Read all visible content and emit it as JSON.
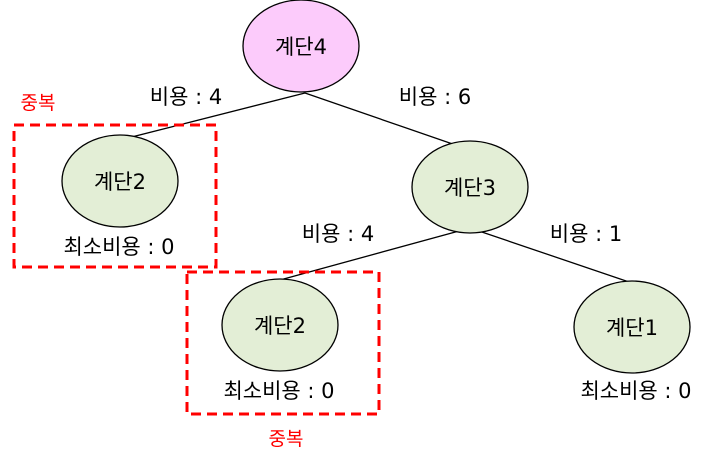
{
  "colors": {
    "root_fill": "#fccbfb",
    "node_fill": "#e3eed6",
    "node_stroke": "#000000",
    "edge": "#000000",
    "duplicate": "#ff0000"
  },
  "nodes": {
    "root": {
      "label": "계단4"
    },
    "left": {
      "label": "계단2",
      "min_cost": "최소비용 : 0"
    },
    "right": {
      "label": "계단3"
    },
    "mid": {
      "label": "계단2",
      "min_cost": "최소비용 : 0"
    },
    "leaf": {
      "label": "계단1",
      "min_cost": "최소비용 : 0"
    }
  },
  "edges": {
    "root_left": "비용 : 4",
    "root_right": "비용 : 6",
    "right_mid": "비용 : 4",
    "right_leaf": "비용 : 1"
  },
  "duplicates": {
    "top_label": "중복",
    "bottom_label": "중복"
  }
}
